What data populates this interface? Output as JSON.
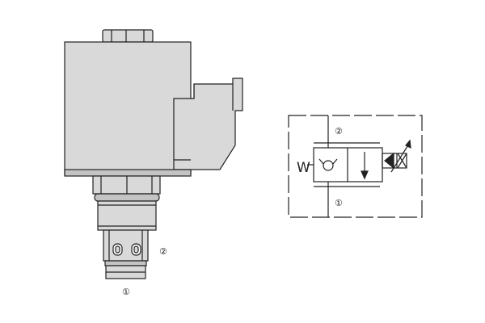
{
  "valve_drawing": {
    "ports": {
      "side_port": "②",
      "bottom_port": "①"
    }
  },
  "hydraulic_symbol": {
    "ports": {
      "top_port": "②",
      "bottom_port": "①"
    },
    "spring_letter": "W"
  },
  "colors": {
    "outline": "#222222",
    "body_fill": "#d9d9d9",
    "body_fill_dark": "#c4c4c4",
    "background": "#ffffff"
  }
}
